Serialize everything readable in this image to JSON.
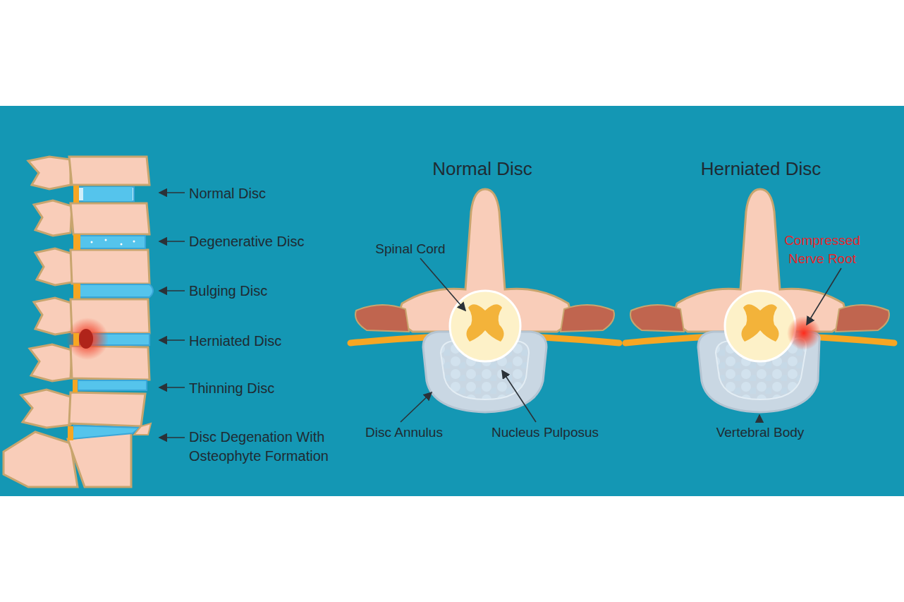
{
  "diagram": {
    "labels": [
      "Normal Disc",
      "Degenerative Disc",
      "Bulging Disc",
      "Herniated Disc",
      "Thinning Disc",
      "Disc Degenation With Osteophyte Formation",
      "Normal Disc",
      "Herniated Disc",
      "Spinal Cord",
      "Compressed Nerve Root",
      "Disc Annulus",
      "Nucleus Pulposus",
      "Vertebral Body"
    ]
  }
}
